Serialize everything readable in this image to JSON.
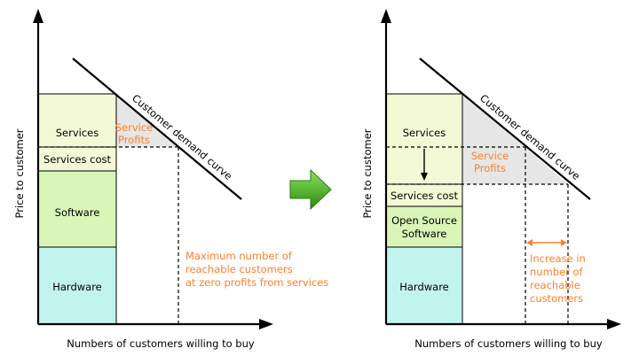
{
  "left": {
    "xlabel": "Numbers of customers willing to buy",
    "ylabel": "Price to customer",
    "demand_curve_label": "Customer demand curve",
    "blocks": {
      "services": "Services",
      "services_cost": "Services cost",
      "software": "Software",
      "hardware": "Hardware"
    },
    "service_profits": [
      "Service",
      "Profits"
    ],
    "annotation": [
      "Maximum number of",
      "reachable customers",
      "at zero profits from services"
    ]
  },
  "right": {
    "xlabel": "Numbers of customers willing to buy",
    "ylabel": "Price to customer",
    "demand_curve_label": "Customer demand curve",
    "blocks": {
      "services": "Services",
      "services_cost": "Services cost",
      "software": [
        "Open Source",
        "Software"
      ],
      "hardware": "Hardware"
    },
    "service_profits": [
      "Service",
      "Profits"
    ],
    "annotation": [
      "Increase in",
      "number of",
      "reachable",
      "customers"
    ]
  },
  "colors": {
    "services": "#f2f9d4",
    "software": "#d9f5b8",
    "hardware": "#c2f4ee",
    "profits": "#e6e6e6",
    "annotation": "#ff7f2a",
    "arrow": "#3fae1a"
  }
}
